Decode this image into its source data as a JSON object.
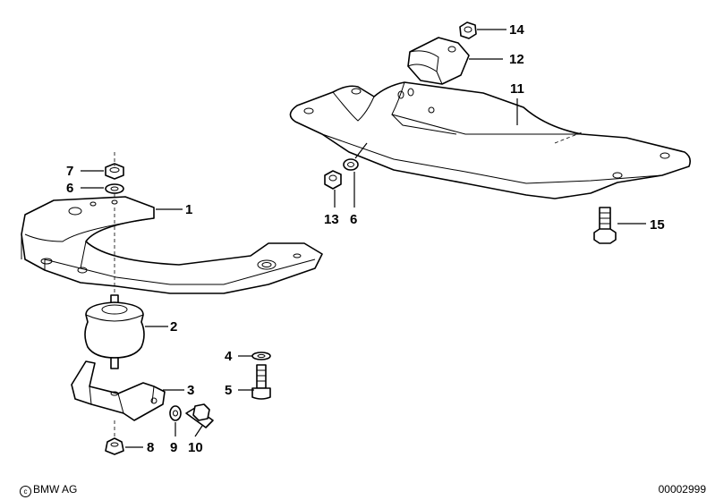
{
  "callouts": {
    "p1": "1",
    "p2": "2",
    "p3": "3",
    "p4": "4",
    "p5": "5",
    "p6a": "6",
    "p6b": "6",
    "p7": "7",
    "p8": "8",
    "p9": "9",
    "p10": "10",
    "p11": "11",
    "p12": "12",
    "p13": "13",
    "p14": "14",
    "p15": "15"
  },
  "footer": {
    "copyright": "BMW AG",
    "diagram_id": "00002999"
  }
}
